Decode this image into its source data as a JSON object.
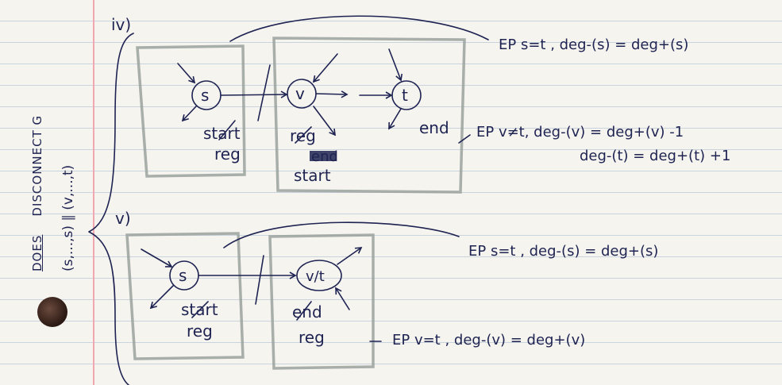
{
  "side": {
    "does": "DOES",
    "disconnect": "DISCONNECT G",
    "path": "(s,...,s) ∥ (v,...,t)"
  },
  "case_iv": {
    "label": "iv)",
    "node_s": "s",
    "node_v": "v",
    "node_t": "t",
    "start_struck": "start",
    "reg_left": "reg",
    "reg_struck": "reg",
    "end_struck": "end",
    "start_below": "start",
    "end_label": "end",
    "ep1": "EP   s=t ,  deg-(s) = deg+(s)",
    "ep2": "EP   v≠t,   deg-(v) = deg+(v) -1",
    "ep2b": "deg-(t) = deg+(t) +1"
  },
  "case_v": {
    "label": "v)",
    "node_s": "s",
    "node_vt": "v/t",
    "start_struck": "start",
    "reg_left": "reg",
    "end_struck": "end",
    "reg_right": "reg",
    "ep1": "EP   s=t ,  deg-(s) = deg+(s)",
    "ep2": "EP   v=t ,    deg-(v) = deg+(v)"
  },
  "colors": {
    "ink": "#1e2352",
    "margin": "#f0a7b0",
    "box": "#9aa19c"
  }
}
